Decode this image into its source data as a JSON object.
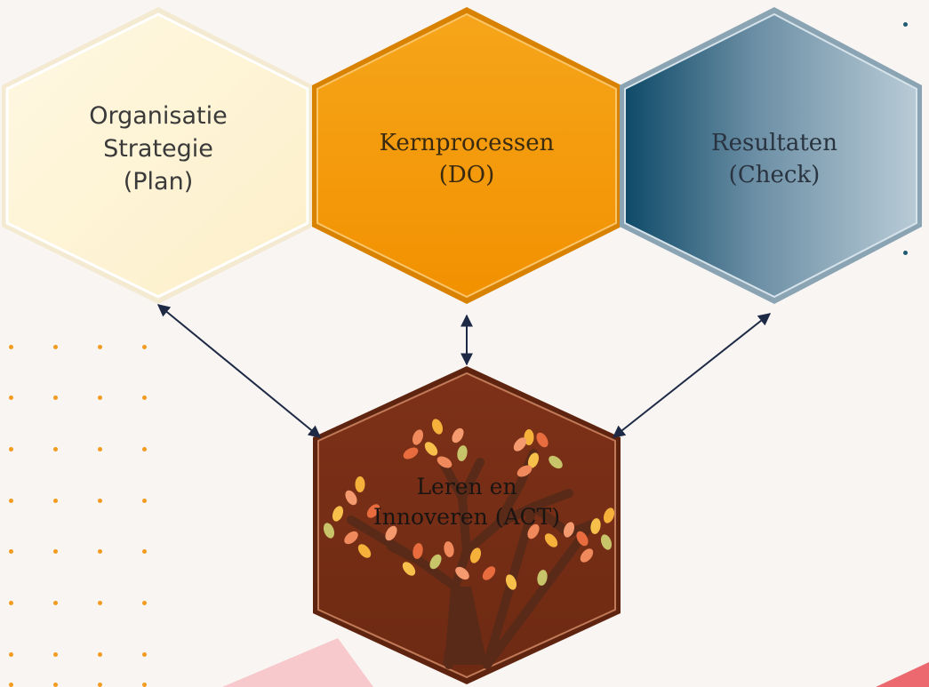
{
  "nodes": {
    "plan": {
      "line1": "Organisatie",
      "line2": "Strategie",
      "line3": "(Plan)"
    },
    "do": {
      "line1": "Kernprocessen",
      "line2": "(DO)"
    },
    "check": {
      "line1": "Resultaten",
      "line2": "(Check)"
    },
    "act": {
      "line1": "Leren en",
      "line2": "Innoveren (ACT)"
    }
  },
  "colors": {
    "background": "#f8f5f2",
    "plan": "#fdf5d7",
    "do": "#f39a05",
    "check_dark": "#11506e",
    "check_light": "#aec3cf",
    "act": "#7a2f17",
    "arrow": "#1e2a45",
    "dots": "#f39b1e",
    "accent_pink": "#f7c9cd"
  },
  "connections": [
    {
      "from": "act",
      "to": "plan",
      "type": "bidirectional"
    },
    {
      "from": "act",
      "to": "do",
      "type": "bidirectional"
    },
    {
      "from": "act",
      "to": "check",
      "type": "bidirectional"
    }
  ]
}
